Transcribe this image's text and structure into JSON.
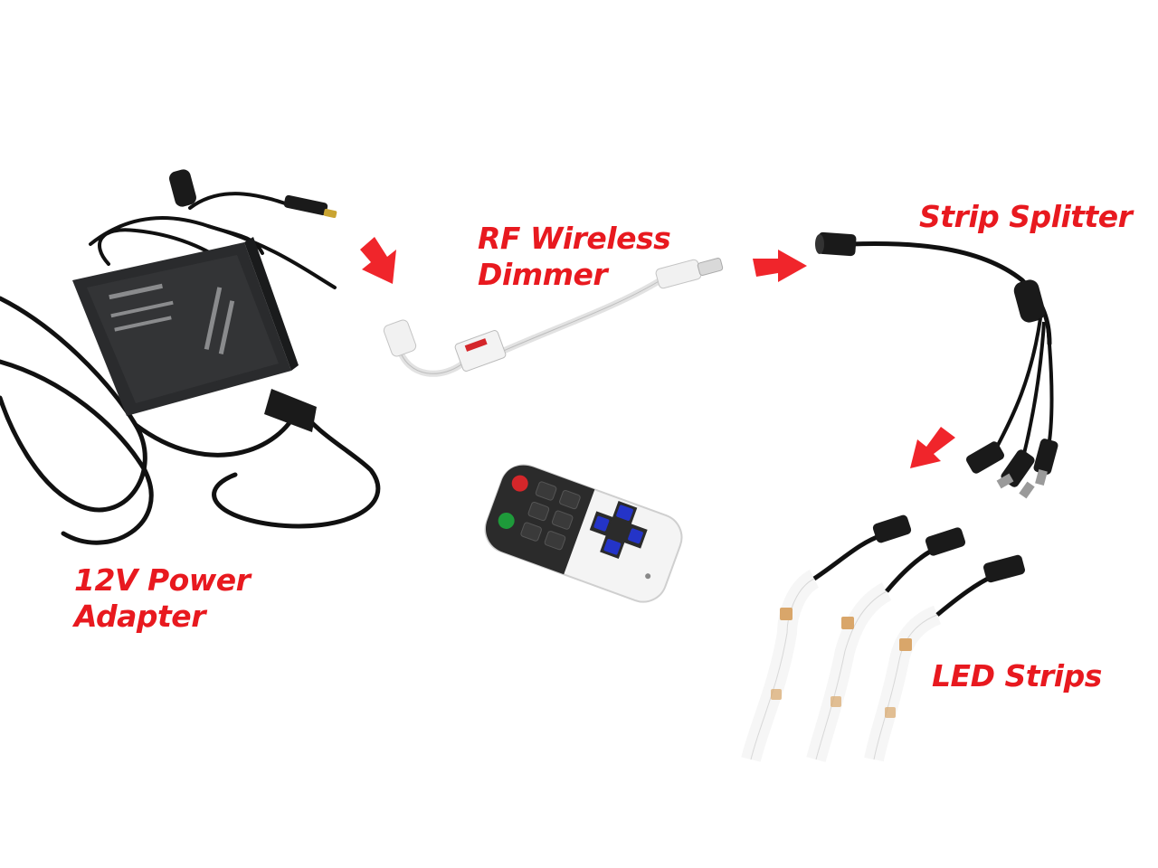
{
  "colors": {
    "label": "#e8191f",
    "arrow": "#f0252b",
    "adapter_body": "#2a2b2d",
    "cable_dark": "#111111",
    "cable_white": "#eaeaea",
    "remote_blue": "#2434c8",
    "remote_red": "#d4262a",
    "remote_green": "#1e9a3a",
    "strip_led": "#d9a66a"
  },
  "labels": {
    "adapter": [
      "12V Power",
      "Adapter"
    ],
    "dimmer": [
      "RF Wireless",
      "Dimmer"
    ],
    "splitter": [
      "Strip Splitter"
    ],
    "strips": [
      "LED Strips"
    ]
  },
  "components": [
    "power-adapter",
    "rf-wireless-dimmer",
    "rf-remote",
    "strip-splitter",
    "led-strips"
  ],
  "icons": [
    "arrow-icon"
  ]
}
